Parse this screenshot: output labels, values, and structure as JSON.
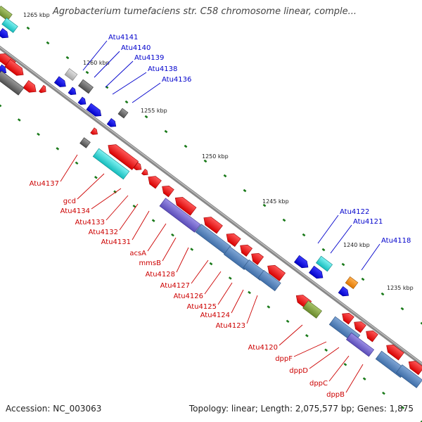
{
  "title": "Agrobacterium tumefaciens str. C58 chromosome linear, comple...",
  "footer": {
    "accession": "Accession: NC_003063",
    "stats": "Topology: linear; Length: 2,075,577 bp; Genes: 1,875"
  },
  "colors": {
    "forward_label": "#0000cc",
    "reverse_label": "#cc0000",
    "backbone": "#888888",
    "tick": "#1a7a1a"
  },
  "scale_labels": [
    "1265 kbp",
    "1260 kbp",
    "1255 kbp",
    "1250 kbp",
    "1245 kbp",
    "1240 kbp",
    "1235 kbp"
  ],
  "forward_gene_labels": [
    "Atu4141",
    "Atu4140",
    "Atu4139",
    "Atu4138",
    "Atu4136",
    "Atu4122",
    "Atu4121",
    "Atu4118"
  ],
  "reverse_gene_labels": [
    "Atu4137",
    "gcd",
    "Atu4134",
    "Atu4133",
    "Atu4132",
    "Atu4131",
    "acsA",
    "mmsB",
    "Atu4128",
    "Atu4127",
    "Atu4126",
    "Atu4125",
    "Atu4124",
    "Atu4123",
    "Atu4120",
    "dppF",
    "dppD",
    "dppC",
    "dppB"
  ]
}
